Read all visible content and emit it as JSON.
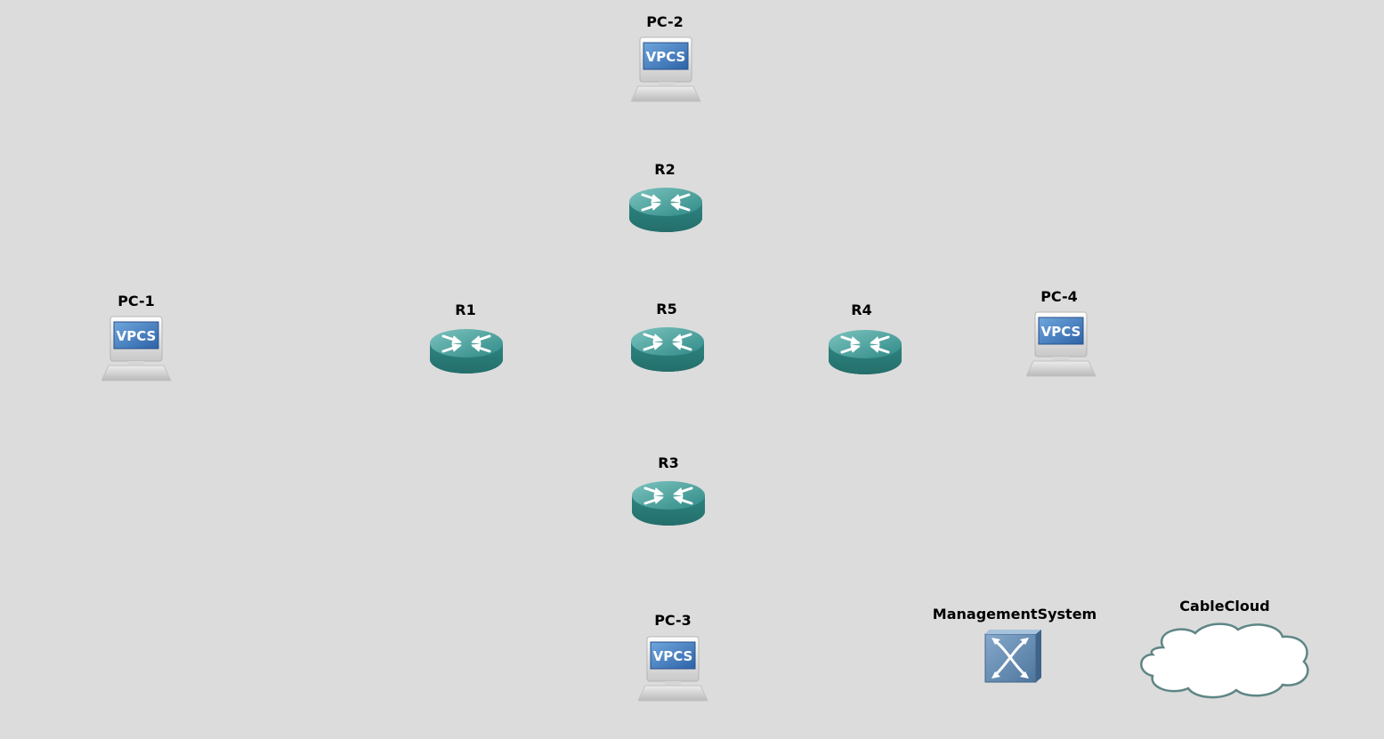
{
  "topology": {
    "devices": [
      {
        "id": "pc2",
        "label": "PC-2",
        "type": "vpcs",
        "icon_text": "VPCS"
      },
      {
        "id": "r2",
        "label": "R2",
        "type": "router"
      },
      {
        "id": "pc1",
        "label": "PC-1",
        "type": "vpcs",
        "icon_text": "VPCS"
      },
      {
        "id": "r1",
        "label": "R1",
        "type": "router"
      },
      {
        "id": "r5",
        "label": "R5",
        "type": "router"
      },
      {
        "id": "r4",
        "label": "R4",
        "type": "router"
      },
      {
        "id": "pc4",
        "label": "PC-4",
        "type": "vpcs",
        "icon_text": "VPCS"
      },
      {
        "id": "r3",
        "label": "R3",
        "type": "router"
      },
      {
        "id": "pc3",
        "label": "PC-3",
        "type": "vpcs",
        "icon_text": "VPCS"
      },
      {
        "id": "mgmt",
        "label": "ManagementSystem",
        "type": "switch"
      },
      {
        "id": "cloud",
        "label": "CableCloud",
        "type": "cloud"
      }
    ]
  },
  "colors": {
    "canvas": "#dcdcdc",
    "router_body": "#2f8a86",
    "vpcs_screen": "#3f78b8",
    "switch_body": "#5f86ad",
    "cloud_fill": "#ffffff",
    "cloud_stroke": "#5f8585"
  }
}
